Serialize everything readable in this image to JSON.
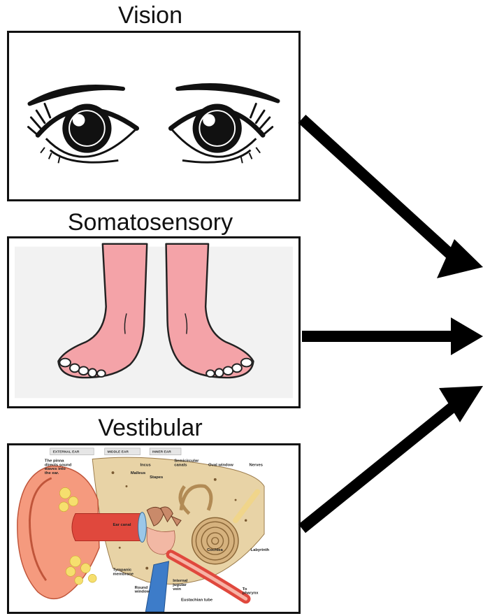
{
  "panels": {
    "vision": {
      "title": "Vision",
      "icon": "eyes-illustration"
    },
    "somatosensory": {
      "title": "Somatosensory",
      "icon": "feet-illustration"
    },
    "vestibular": {
      "title": "Vestibular",
      "icon": "inner-ear-anatomy-illustration"
    }
  },
  "ear_diagram": {
    "sections": [
      "EXTERNAL EAR",
      "MIDDLE EAR",
      "INNER EAR"
    ],
    "labels": {
      "pinna": "The pinna directs sound waves into the ear.",
      "incus": "Incus",
      "malleus": "Malleus",
      "stapes": "Stapes",
      "canals": "Semicircular canals",
      "oval": "Oval window",
      "nerves": "Nerves",
      "canal": "Ear canal",
      "cochlea": "Cochlea",
      "labyrinth": "Labyrinth",
      "tympanic": "Tympanic membrane",
      "round": "Round window",
      "jugular": "Internal jugular vein",
      "eustachian": "Eustachian tube",
      "pharynx": "To pharynx"
    }
  },
  "colors": {
    "arrow": "#000000",
    "skin": "#f4a3a8",
    "feet_bg": "#f2f2f2"
  }
}
